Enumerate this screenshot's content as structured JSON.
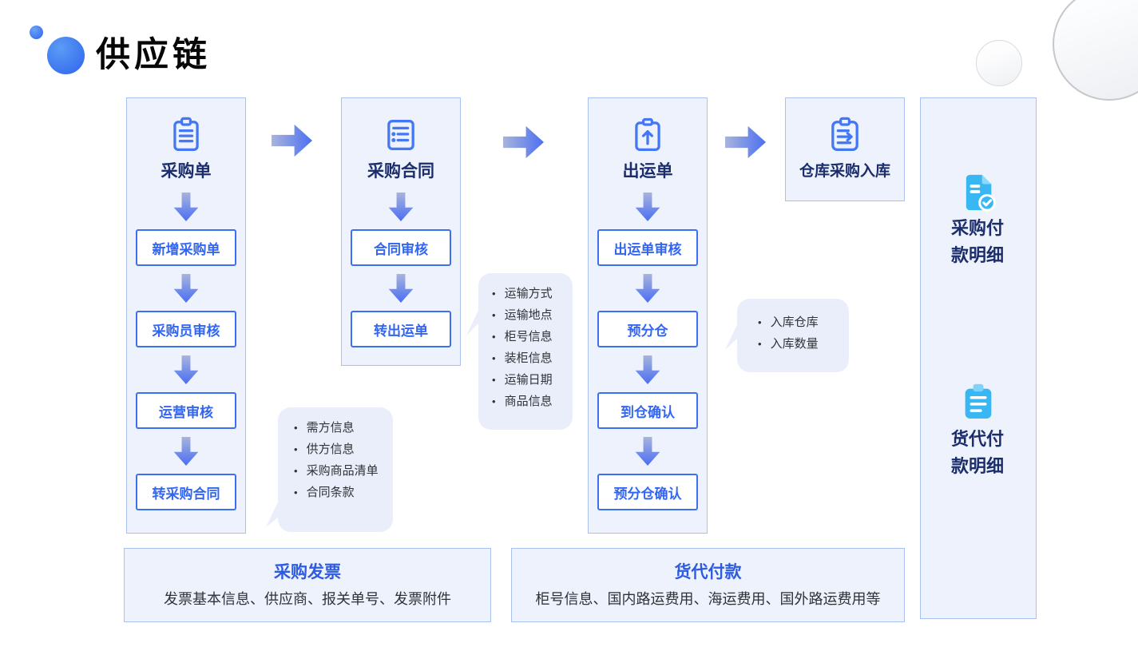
{
  "page": {
    "title": "供应链"
  },
  "columns": [
    {
      "id": "purchase-order",
      "icon": "clipboard-doc-icon",
      "title": "采购单",
      "steps": [
        "新增采购单",
        "采购员审核",
        "运营审核",
        "转采购合同"
      ]
    },
    {
      "id": "purchase-contract",
      "icon": "clipboard-list-icon",
      "title": "采购合同",
      "steps": [
        "合同审核",
        "转出运单"
      ]
    },
    {
      "id": "shipment-order",
      "icon": "clipboard-upload-icon",
      "title": "出运单",
      "steps": [
        "出运单审核",
        "预分仓",
        "到仓确认",
        "预分仓确认"
      ]
    },
    {
      "id": "warehouse-inbound",
      "icon": "clipboard-transfer-icon",
      "title": "仓库采购入库",
      "steps": []
    }
  ],
  "callouts": [
    {
      "attached_to": "转采购合同",
      "items": [
        "需方信息",
        "供方信息",
        "采购商品清单",
        "合同条款"
      ]
    },
    {
      "attached_to": "转出运单",
      "items": [
        "运输方式",
        "运输地点",
        "柜号信息",
        "装柜信息",
        "运输日期",
        "商品信息"
      ]
    },
    {
      "attached_to": "预分仓",
      "items": [
        "入库仓库",
        "入库数量"
      ]
    }
  ],
  "sidebar": {
    "items": [
      {
        "icon": "document-check-icon",
        "label": "采购付款明细"
      },
      {
        "icon": "clipboard-solid-icon",
        "label": "货代付款明细"
      }
    ]
  },
  "bottom_boxes": [
    {
      "title": "采购发票",
      "subtitle": "发票基本信息、供应商、报关单号、发票附件"
    },
    {
      "title": "货代付款",
      "subtitle": "柜号信息、国内路运费用、海运费用、国外路运费用等"
    }
  ],
  "colors": {
    "accent_blue": "#3366f0",
    "icon_blue": "#4377f5",
    "navy_label": "#1b2d6b",
    "cyan_icon": "#38b7f3",
    "panel_bg": "#edf2fc",
    "panel_border": "#aac1ed",
    "bubble_bg": "#e9eefa"
  }
}
